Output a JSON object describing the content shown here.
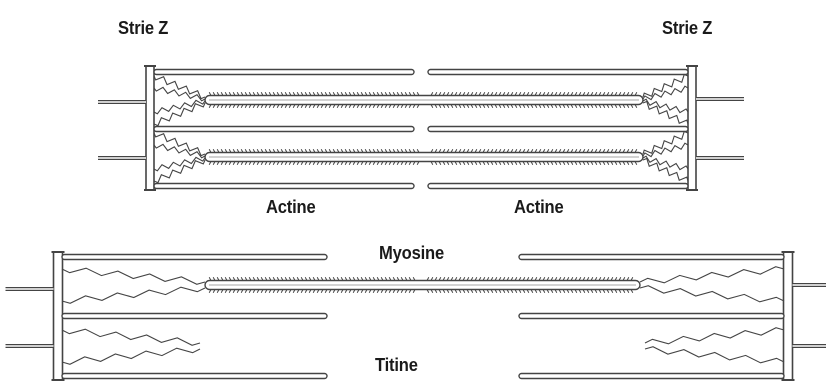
{
  "labels": {
    "z_line_left": "Strie Z",
    "z_line_right": "Strie Z",
    "actin_left": "Actine",
    "actin_right": "Actine",
    "myosin": "Myosine",
    "titin": "Titine"
  },
  "colors": {
    "stroke": "#444444",
    "filament_fill": "#ffffff",
    "text": "#1a1a1a"
  }
}
